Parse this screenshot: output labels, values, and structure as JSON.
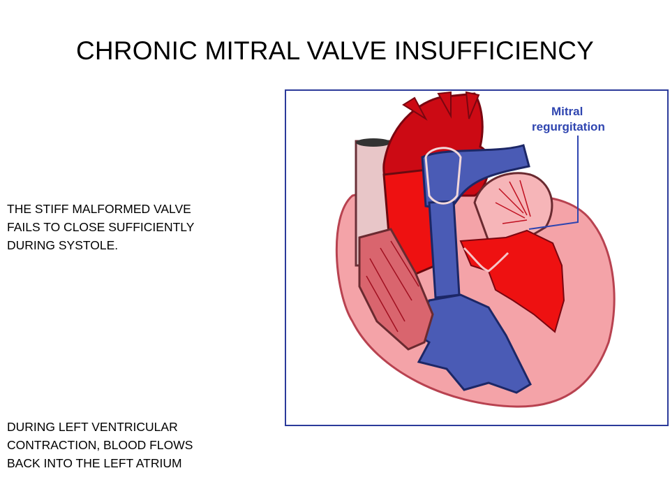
{
  "title": "CHRONIC MITRAL VALVE INSUFFICIENCY",
  "note_top": {
    "lines": [
      "THE STIFF MALFORMED VALVE",
      "FAILS TO CLOSE SUFFICIENTLY",
      "DURING SYSTOLE."
    ]
  },
  "note_bottom": {
    "lines": [
      "DURING LEFT VENTRICULAR",
      "CONTRACTION, BLOOD FLOWS",
      "BACK INTO THE LEFT ATRIUM"
    ]
  },
  "figure": {
    "callout": {
      "line1": "Mitral",
      "line2": "regurgitation"
    },
    "colors": {
      "oxygenated": "#ee1111",
      "aorta": "#cc0a14",
      "deoxygenated": "#4a5bb5",
      "muscle": "#f4a3a8",
      "muscle_dark": "#b84250",
      "border": "#2b3a9a",
      "callout": "#2f45b0"
    }
  }
}
